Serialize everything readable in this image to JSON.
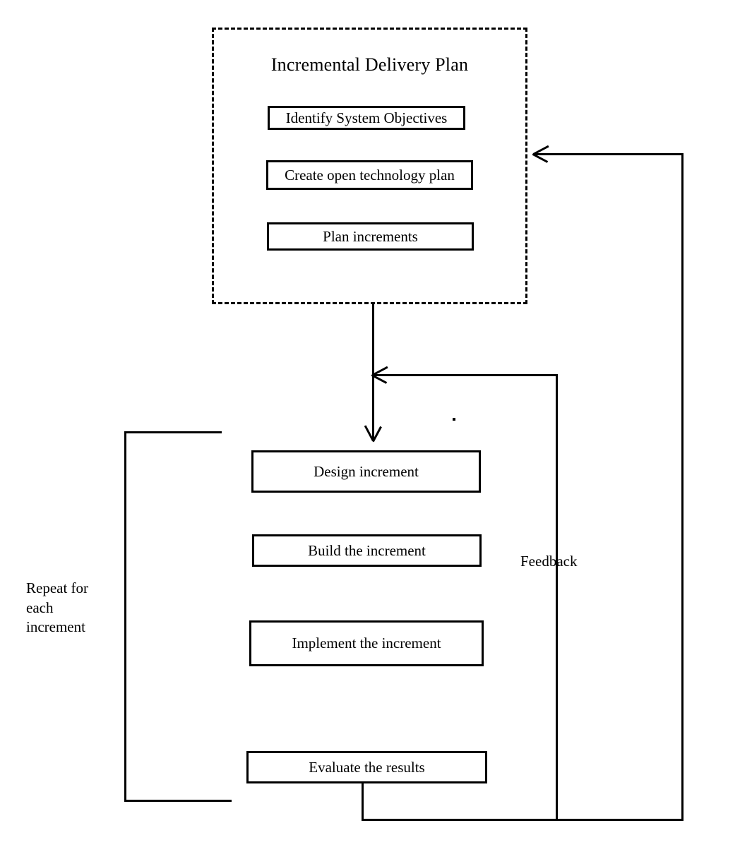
{
  "diagram": {
    "title": "Incremental Delivery Plan",
    "phase_group": {
      "label": "Incremental Delivery Plan",
      "style": "dashed",
      "steps": [
        {
          "label": "Identify System Objectives"
        },
        {
          "label": "Create open technology plan"
        },
        {
          "label": "Plan increments"
        }
      ]
    },
    "iteration_steps": [
      {
        "label": "Design increment"
      },
      {
        "label": "Build the increment"
      },
      {
        "label": "Implement the increment"
      },
      {
        "label": "Evaluate the results"
      }
    ],
    "annotations": [
      {
        "name": "repeat-loop-label",
        "label": "Repeat for\neach\nincrement"
      },
      {
        "name": "feedback-label",
        "label": "Feedback"
      }
    ],
    "colors": {
      "stroke": "#000000",
      "background": "#ffffff",
      "text": "#000000"
    }
  }
}
